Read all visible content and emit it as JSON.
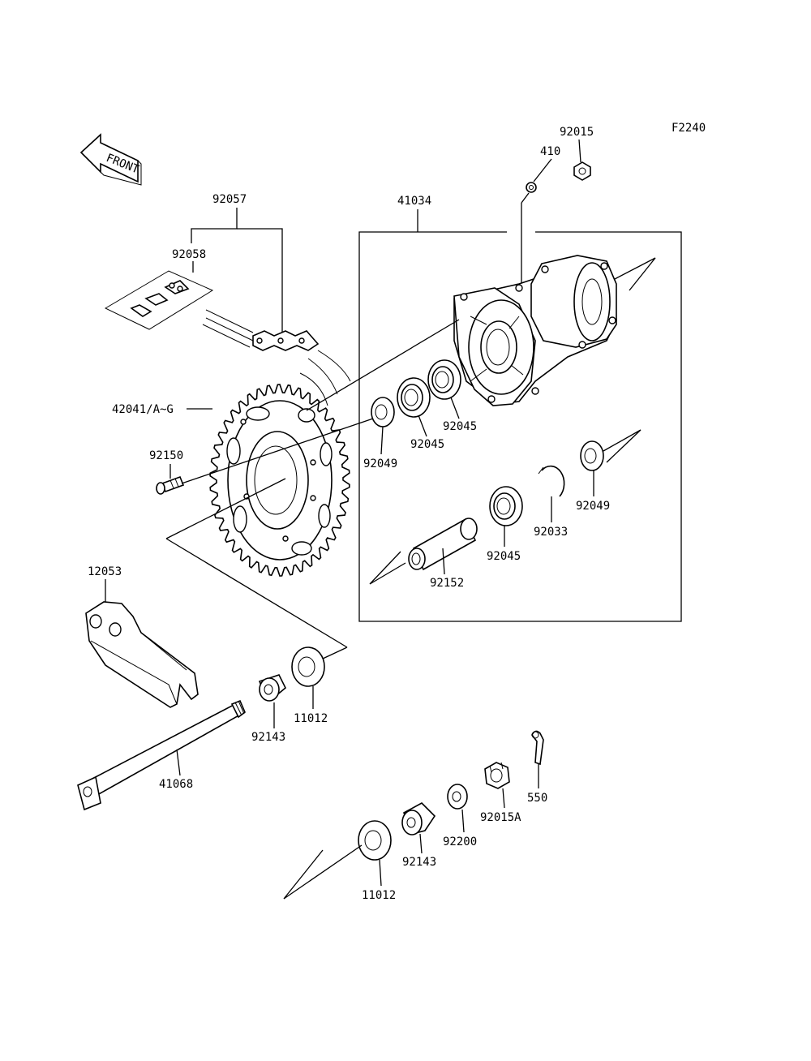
{
  "diagram_code": "F2240",
  "front_label": "FRONT",
  "parts": {
    "p92015": "92015",
    "p410": "410",
    "p41034": "41034",
    "p92057": "92057",
    "p92058": "92058",
    "p42041": "42041/A~G",
    "p92150": "92150",
    "p92049_a": "92049",
    "p92045_a": "92045",
    "p92045_b": "92045",
    "p92049_b": "92049",
    "p92033": "92033",
    "p92045_c": "92045",
    "p92152": "92152",
    "p12053": "12053",
    "p11012_a": "11012",
    "p92143_a": "92143",
    "p41068": "41068",
    "p550": "550",
    "p92015A": "92015A",
    "p92200": "92200",
    "p92143_b": "92143",
    "p11012_b": "11012"
  }
}
